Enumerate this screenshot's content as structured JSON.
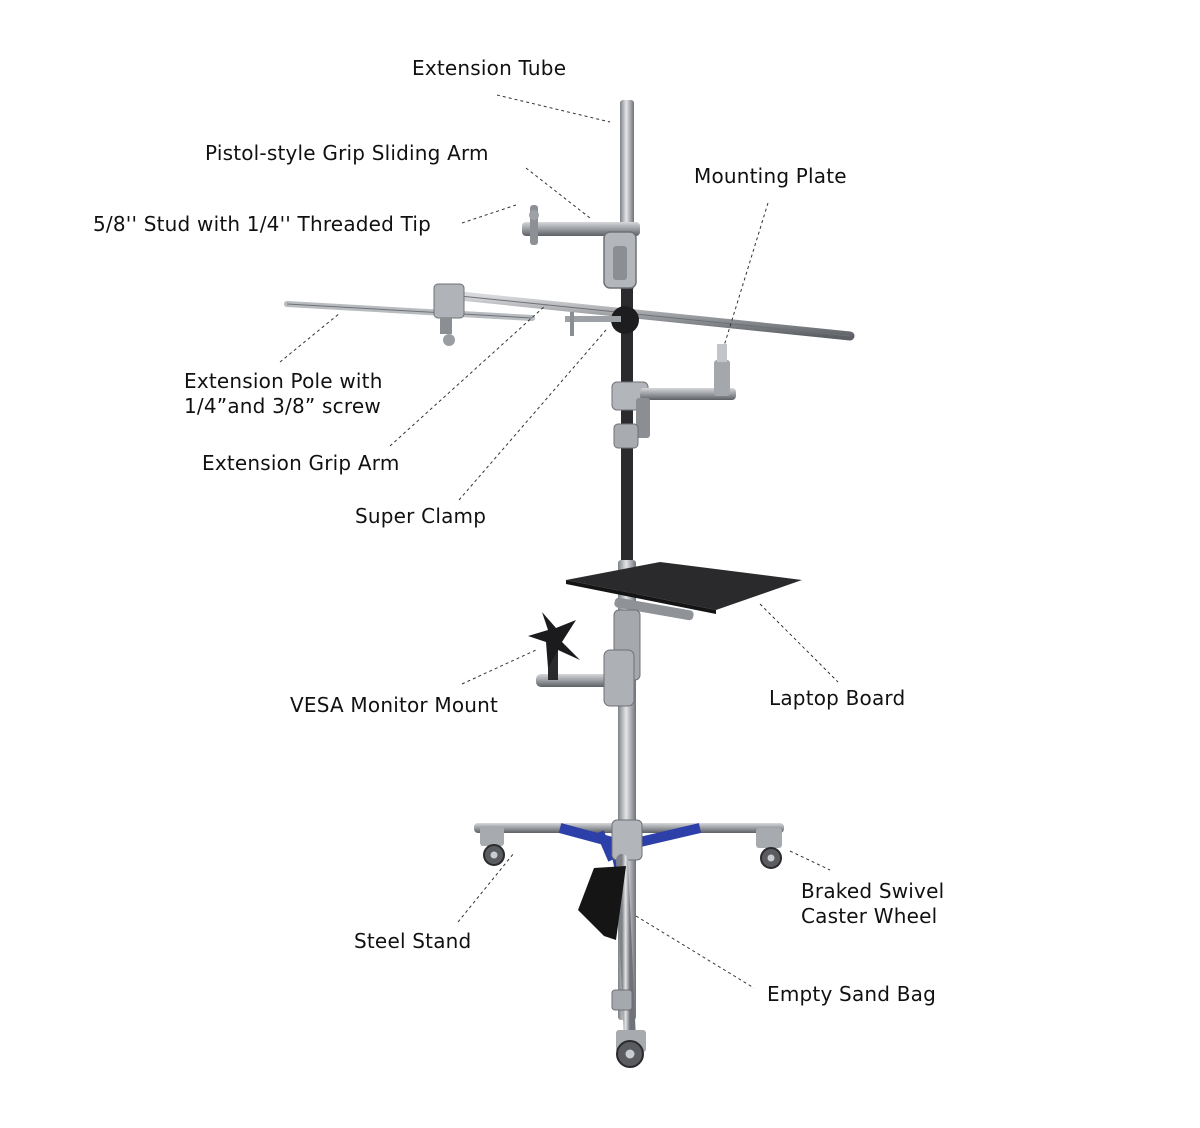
{
  "labels": {
    "extension_tube": "Extension Tube",
    "pistol_grip": "Pistol-style Grip Sliding Arm",
    "stud": "5/8'' Stud with 1/4'' Threaded Tip",
    "mounting_plate": "Mounting Plate",
    "extension_pole_line1": "Extension Pole with",
    "extension_pole_line2": "1/4”and 3/8” screw",
    "extension_grip_arm": "Extension Grip Arm",
    "super_clamp": "Super Clamp",
    "laptop_board": "Laptop Board",
    "vesa_mount": "VESA Monitor Mount",
    "caster_line1": "Braked Swivel",
    "caster_line2": "Caster Wheel",
    "steel_stand": "Steel Stand",
    "sand_bag": "Empty Sand Bag"
  },
  "colors": {
    "steel": "#a9acb0",
    "dark_pole": "#2b2b2d",
    "laptop_board": "#2a2a2c",
    "blue_brace": "#2d3fa8",
    "sand_bag": "#151515",
    "leader": "#333333"
  }
}
